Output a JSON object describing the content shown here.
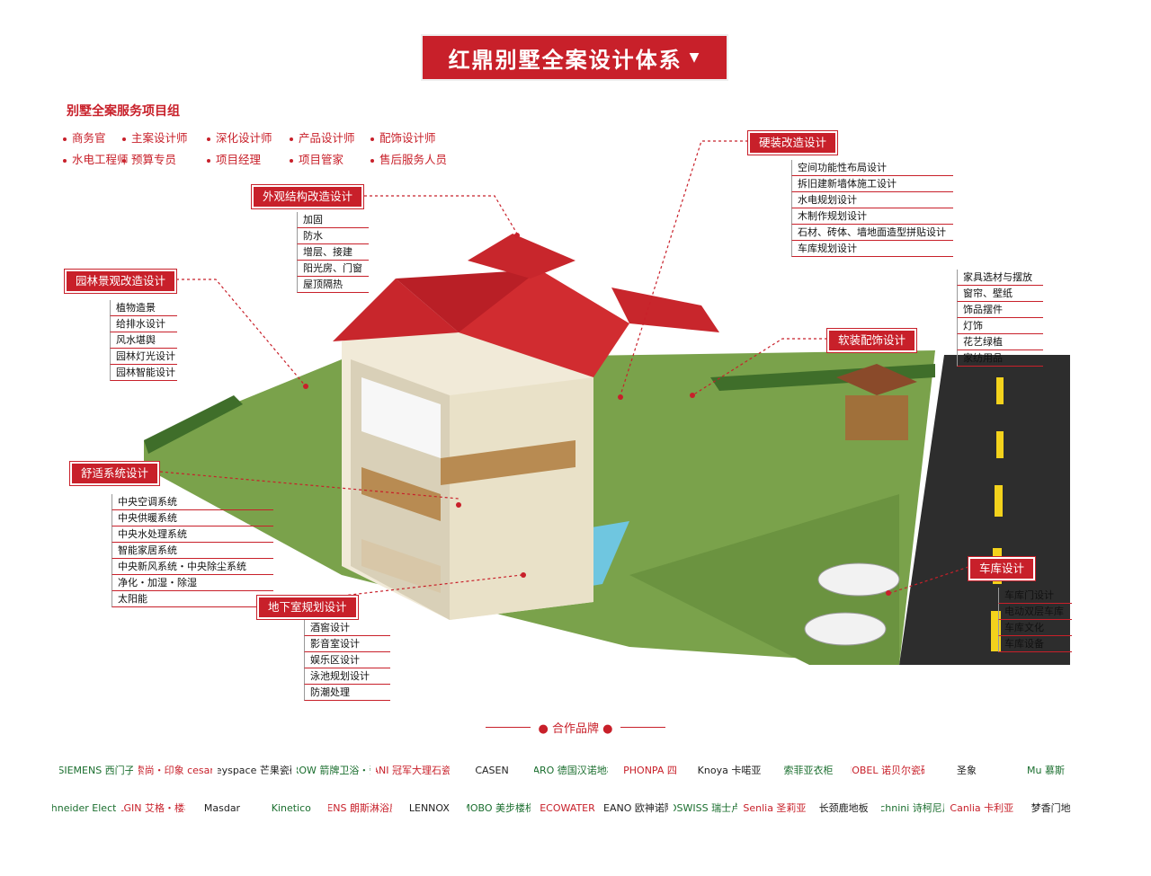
{
  "title": "红鼎别墅全案设计体系",
  "service_group": {
    "title": "别墅全案服务项目组",
    "row1": [
      "商务官",
      "主案设计师",
      "深化设计师",
      "产品设计师",
      "配饰设计师"
    ],
    "row2": [
      "水电工程师",
      "预算专员",
      "项目经理",
      "项目管家",
      "售后服务人员"
    ]
  },
  "sections": {
    "exterior": {
      "label": "外观结构改造设计",
      "items": [
        "加固",
        "防水",
        "增层、接建",
        "阳光房、门窗",
        "屋顶隔热"
      ]
    },
    "garden": {
      "label": "园林景观改造设计",
      "items": [
        "植物造景",
        "给排水设计",
        "风水堪舆",
        "园林灯光设计",
        "园林智能设计"
      ]
    },
    "hard": {
      "label": "硬装改造设计",
      "items": [
        "空间功能性布局设计",
        "拆旧建新墙体施工设计",
        "水电规划设计",
        "木制作规划设计",
        "石材、砖体、墙地面造型拼贴设计",
        "车库规划设计"
      ]
    },
    "soft": {
      "label": "软装配饰设计",
      "items": [
        "家具选材与摆放",
        "窗帘、壁纸",
        "饰品摆件",
        "灯饰",
        "花艺绿植",
        "家纺用品"
      ]
    },
    "comfort": {
      "label": "舒适系统设计",
      "items": [
        "中央空调系统",
        "中央供暖系统",
        "中央水处理系统",
        "智能家居系统",
        "中央新风系统・中央除尘系统",
        "净化・加湿・除湿",
        "太阳能"
      ]
    },
    "basement": {
      "label": "地下室规划设计",
      "items": [
        "酒窖设计",
        "影音室设计",
        "娱乐区设计",
        "泳池规划设计",
        "防潮处理"
      ]
    },
    "garage": {
      "label": "车库设计",
      "items": [
        "车库门设计",
        "电动双层车库",
        "车库文化",
        "车库设备"
      ]
    }
  },
  "partners": {
    "title": "合作品牌",
    "row1": [
      "SIEMENS 西门子",
      "索尚・印象 cesan",
      "Keyspace 芒果瓷砖",
      "ARROW 箭牌卫浴・瓷砖",
      "GANI 冠军大理石瓷砖",
      "CASEN",
      "HARO 德国汉诺地板",
      "PHONPA 四",
      "Knoya 卡喏亚",
      "索菲亚衣柜",
      "NOBEL 诺贝尔瓷砖",
      "圣象",
      "Mu 慕斯"
    ],
    "row2": [
      "Schneider Electric",
      "ELGIN 艾格・楼梯",
      "Masdar",
      "Kinetico",
      "LENS 朗斯淋浴房",
      "LENNOX",
      "MOBO 美步楼梯",
      "ECOWATER",
      "OCEANO 欧神诺陶瓷",
      "KRONOSWISS 瑞士卢森地板",
      "Senlia 圣莉亚",
      "长颈鹿地板",
      "Schnini 诗柯尼尼",
      "Canlia 卡利亚",
      "梦香门地"
    ]
  }
}
